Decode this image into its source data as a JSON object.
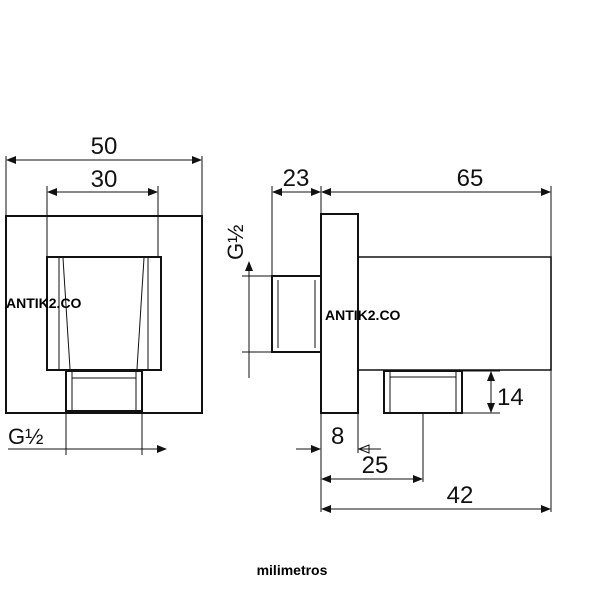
{
  "front_view": {
    "width_outer": "50",
    "width_inner": "30",
    "thread": "G½",
    "watermark": "ANTIK2.CO"
  },
  "side_view": {
    "depth_flange": "23",
    "length_body": "65",
    "thread": "G½",
    "outlet_height": "14",
    "flange_thickness": "8",
    "outlet_offset": "25",
    "overall_to_outlet": "42",
    "watermark": "ANTIK2.CO"
  },
  "units_label": "milimetros"
}
